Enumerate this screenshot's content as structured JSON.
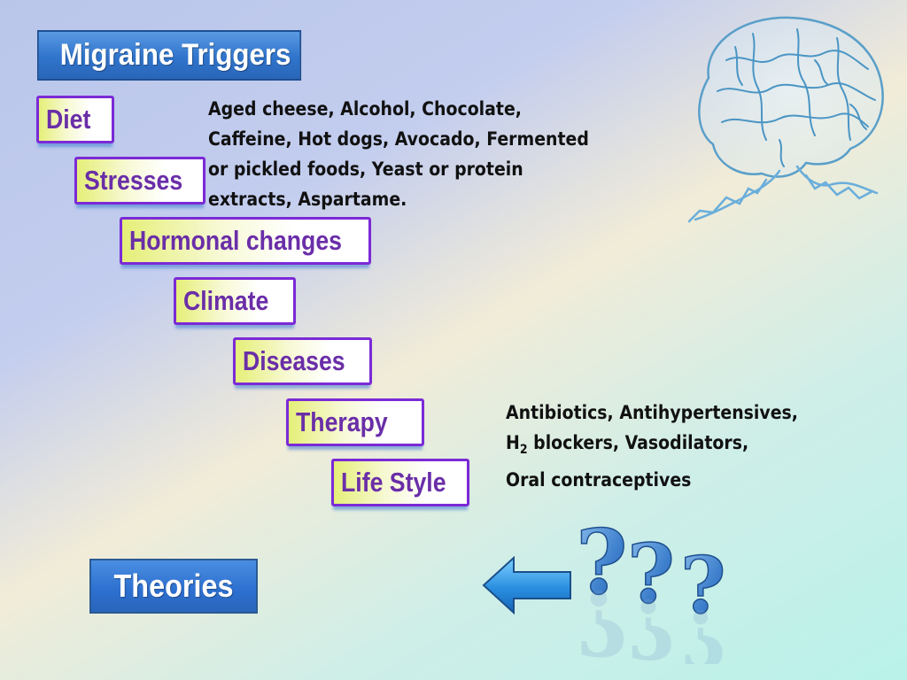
{
  "title": "Migraine Triggers",
  "steps": [
    {
      "label": "Diet"
    },
    {
      "label": "Stresses"
    },
    {
      "label": "Hormonal changes"
    },
    {
      "label": "Climate"
    },
    {
      "label": "Diseases"
    },
    {
      "label": "Therapy"
    },
    {
      "label": "Life Style"
    }
  ],
  "diet_description": {
    "lines": [
      "Aged cheese, Alcohol, Chocolate,",
      "Caffeine, Hot dogs, Avocado, Fermented",
      "or pickled foods, Yeast or protein",
      "extracts, Aspartame."
    ]
  },
  "therapy_description": {
    "line1": "Antibiotics, Antihypertensives,",
    "line2_prefix": "H",
    "line2_sub": "2",
    "line2_rest": " blockers, Vasodilators,",
    "line3": "Oral contraceptives"
  },
  "theories_label": "Theories",
  "icons": {
    "brain": "brain-icon",
    "arrow": "left-arrow-icon",
    "question_marks": "question-mark-icon"
  },
  "colors": {
    "step_border": "#7b2ad6",
    "step_text": "#6a2ea8",
    "title_bg": "#2f74cc"
  }
}
